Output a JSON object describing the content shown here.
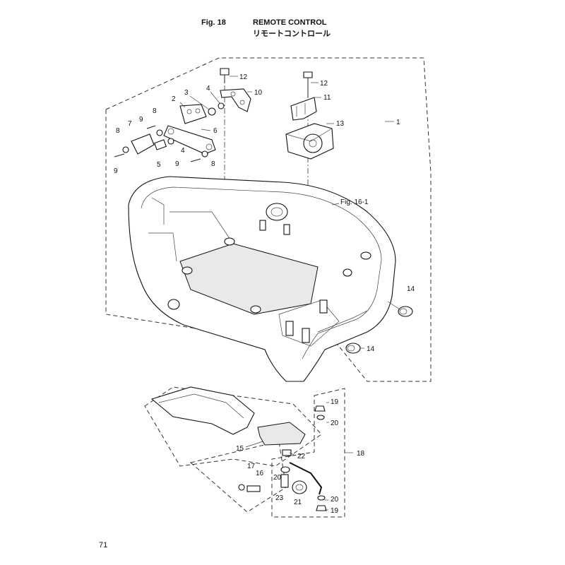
{
  "header": {
    "fig_label": "Fig. 18",
    "title_en": "REMOTE CONTROL",
    "title_jp": "リモートコントロール"
  },
  "page_number": "71",
  "callouts": [
    {
      "id": "c1",
      "label": "1"
    },
    {
      "id": "c2",
      "label": "2"
    },
    {
      "id": "c3",
      "label": "3"
    },
    {
      "id": "c4a",
      "label": "4"
    },
    {
      "id": "c4b",
      "label": "4"
    },
    {
      "id": "c5",
      "label": "5"
    },
    {
      "id": "c6",
      "label": "6"
    },
    {
      "id": "c7",
      "label": "7"
    },
    {
      "id": "c8a",
      "label": "8"
    },
    {
      "id": "c8b",
      "label": "8"
    },
    {
      "id": "c8c",
      "label": "8"
    },
    {
      "id": "c9a",
      "label": "9"
    },
    {
      "id": "c9b",
      "label": "9"
    },
    {
      "id": "c9c",
      "label": "9"
    },
    {
      "id": "c10",
      "label": "10"
    },
    {
      "id": "c11",
      "label": "11"
    },
    {
      "id": "c12a",
      "label": "12"
    },
    {
      "id": "c12b",
      "label": "12"
    },
    {
      "id": "c13",
      "label": "13"
    },
    {
      "id": "c14a",
      "label": "14"
    },
    {
      "id": "c14b",
      "label": "14"
    },
    {
      "id": "c15",
      "label": "15"
    },
    {
      "id": "c16",
      "label": "16"
    },
    {
      "id": "c17",
      "label": "17"
    },
    {
      "id": "c18",
      "label": "18"
    },
    {
      "id": "c19a",
      "label": "19"
    },
    {
      "id": "c19b",
      "label": "19"
    },
    {
      "id": "c20a",
      "label": "20"
    },
    {
      "id": "c20b",
      "label": "20"
    },
    {
      "id": "c20c",
      "label": "20"
    },
    {
      "id": "c21",
      "label": "21"
    },
    {
      "id": "c22",
      "label": "22"
    },
    {
      "id": "c23",
      "label": "23"
    }
  ],
  "reference_label": "Fig. 16-1"
}
